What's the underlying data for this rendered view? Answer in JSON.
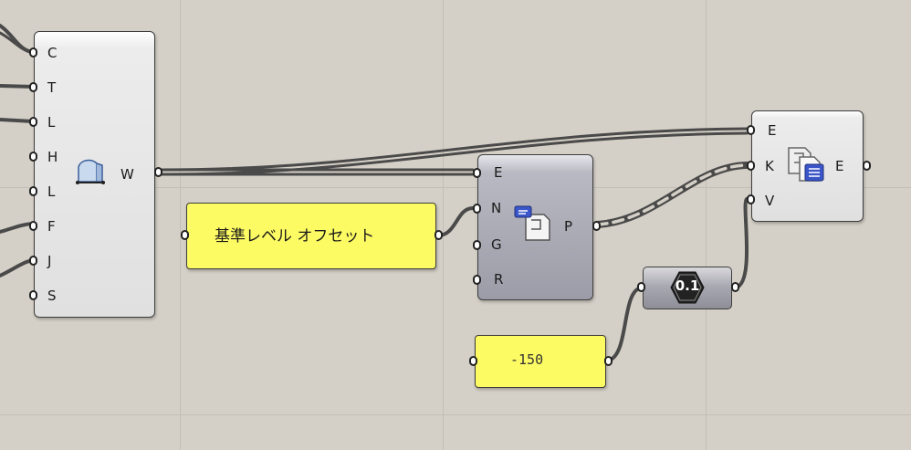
{
  "canvas": {
    "background": "#d5d0c7",
    "wire_color": "#4a4a4a"
  },
  "wall_component": {
    "icon": "wall-icon",
    "inputs": [
      "C",
      "T",
      "L",
      "H",
      "L",
      "F",
      "J",
      "S"
    ],
    "outputs": [
      "W"
    ]
  },
  "level_offset_panel": {
    "text": "基準レベル  オフセット",
    "color": "#fdfb63"
  },
  "parameter_component": {
    "icon": "element-parameter-icon",
    "inputs": [
      "E",
      "N",
      "G",
      "R"
    ],
    "outputs": [
      "P"
    ]
  },
  "set_parameter_component": {
    "icon": "set-element-parameter-icon",
    "inputs": [
      "E",
      "K",
      "V"
    ],
    "outputs": [
      "E"
    ]
  },
  "number_component": {
    "display": "0.1",
    "icon": "number-hexagon-icon"
  },
  "value_panel": {
    "text": "-150",
    "color": "#fdfb63"
  }
}
